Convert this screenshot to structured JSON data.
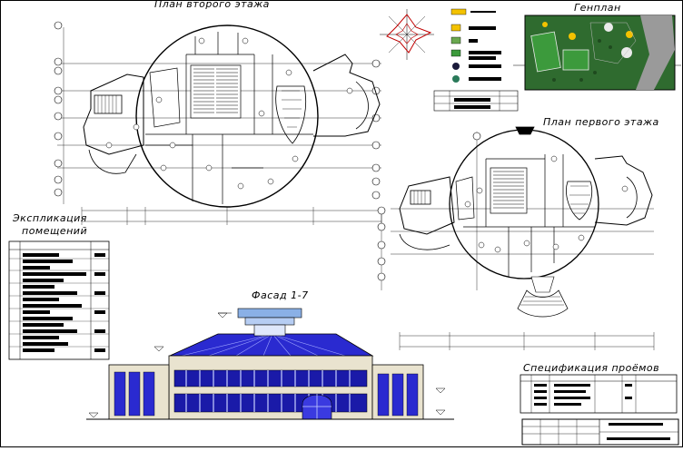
{
  "titles": {
    "plan_second_floor": "План второго этажа",
    "general_plan": "Генплан",
    "plan_first_floor": "План первого этажа",
    "explication_line1": "Экспликация",
    "explication_line2": "помещений",
    "facade": "Фасад 1-7",
    "openings_spec": "Спецификация проёмов"
  },
  "colors": {
    "line": "#000000",
    "glass_dark": "#1a1aa8",
    "glass_light": "#c8d0ff",
    "wall": "#e9e3cf",
    "roof": "#2a2ad0",
    "greenery": "#2f6b2f",
    "field": "#3c9a3c",
    "road": "#9a9a9a",
    "yellow": "#f3c200",
    "wind_rose": "#c00000"
  },
  "icons": {
    "wind_rose": "wind-rose-icon",
    "section_marker": "section-arrow-icon"
  }
}
